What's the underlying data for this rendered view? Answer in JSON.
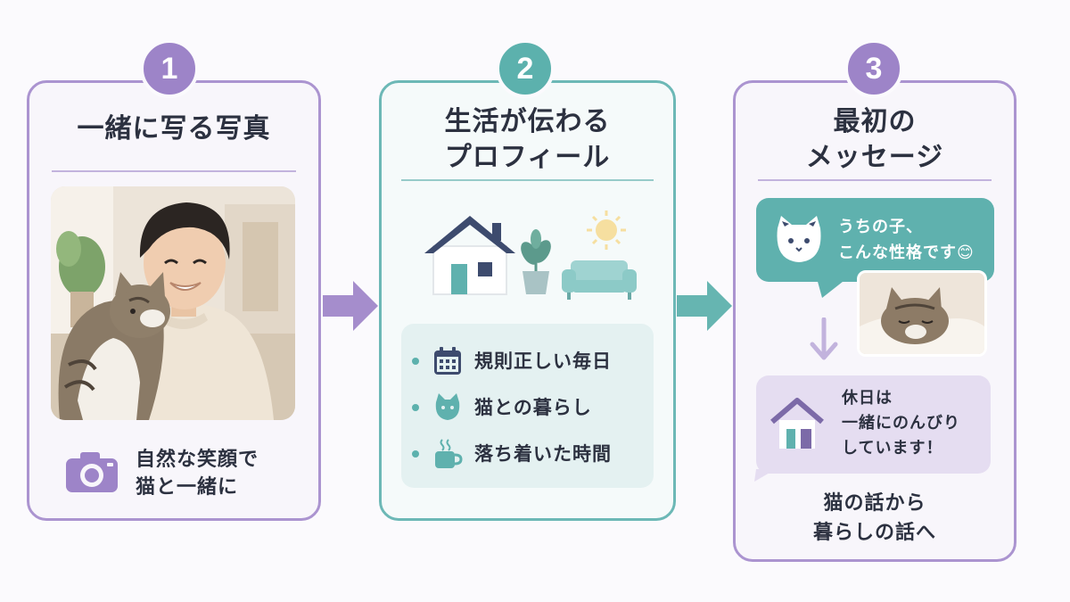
{
  "colors": {
    "lavender": "#9d84c8",
    "teal": "#5cb1ad",
    "text": "#2c3140",
    "navy": "#3d4b6e"
  },
  "steps": [
    {
      "number": "1",
      "title": "一緒に写る写真",
      "caption_lines": [
        "自然な笑顔で",
        "猫と一緒に"
      ],
      "icons": [
        "camera-icon"
      ]
    },
    {
      "number": "2",
      "title_lines": [
        "生活が伝わる",
        "プロフィール"
      ],
      "illustration_icons": [
        "house-icon",
        "plant-icon",
        "sun-icon",
        "sofa-icon"
      ],
      "items": [
        {
          "icon": "calendar-icon",
          "label": "規則正しい毎日"
        },
        {
          "icon": "cat-icon",
          "label": "猫との暮らし"
        },
        {
          "icon": "mug-icon",
          "label": "落ち着いた時間"
        }
      ]
    },
    {
      "number": "3",
      "title_lines": [
        "最初の",
        "メッセージ"
      ],
      "message1_lines": [
        "うちの子、",
        "こんな性格です😊"
      ],
      "message2_lines": [
        "休日は",
        "一緒にのんびり",
        "しています！"
      ],
      "footer_lines": [
        "猫の話から",
        "暮らしの話へ"
      ]
    }
  ]
}
